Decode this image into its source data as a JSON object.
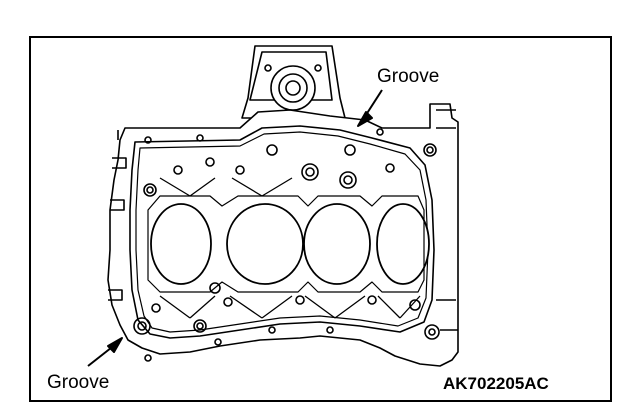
{
  "labels": {
    "groove_top": "Groove",
    "groove_bottom": "Groove",
    "figure_code": "AK702205AC"
  },
  "colors": {
    "line": "#000000",
    "background": "#ffffff"
  }
}
